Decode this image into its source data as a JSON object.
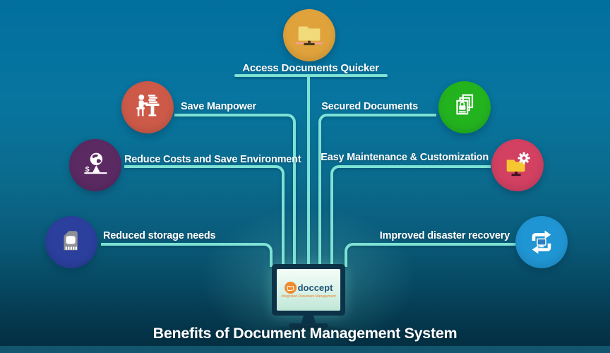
{
  "title": "Benefits of Document Management System",
  "brand": {
    "name": "doccept",
    "tagline": "Integrated Document Management",
    "logo_icon": "folder-logo-icon",
    "logo_circle_color": "#ef8b2d",
    "name_color": "#25567a",
    "tagline_color": "#e8872a"
  },
  "benefits": [
    {
      "id": "access",
      "label": "Access Documents Quicker",
      "icon": "network-folder-icon",
      "circle_color": "#e0a33c",
      "position": "top"
    },
    {
      "id": "manpower",
      "label": "Save Manpower",
      "icon": "person-desk-icon",
      "circle_color": "#cd5a49",
      "position": "left"
    },
    {
      "id": "secured",
      "label": "Secured Documents",
      "icon": "locked-documents-icon",
      "circle_color": "#23b31f",
      "position": "right"
    },
    {
      "id": "costs",
      "label": "Reduce Costs and Save Environment",
      "icon": "globe-dollar-balance-icon",
      "circle_color": "#5b2a63",
      "position": "left"
    },
    {
      "id": "maintenance",
      "label": "Easy Maintenance & Customization",
      "icon": "folder-gear-icon",
      "circle_color": "#d24062",
      "position": "right"
    },
    {
      "id": "storage",
      "label": "Reduced storage needs",
      "icon": "memory-card-icon",
      "circle_color": "#2b3f9d",
      "position": "left"
    },
    {
      "id": "recovery",
      "label": "Improved disaster recovery",
      "icon": "sync-arrows-icon",
      "circle_color": "#2095d3",
      "position": "right"
    }
  ],
  "colors": {
    "connector": "#7de2d4",
    "background_top": "#026f9f",
    "background_bottom": "#032c3e",
    "monitor_frame": "#0c3247",
    "monitor_screen": "#d9f2e8",
    "bottom_bar": "#11566e",
    "title_text": "#ffffff"
  }
}
